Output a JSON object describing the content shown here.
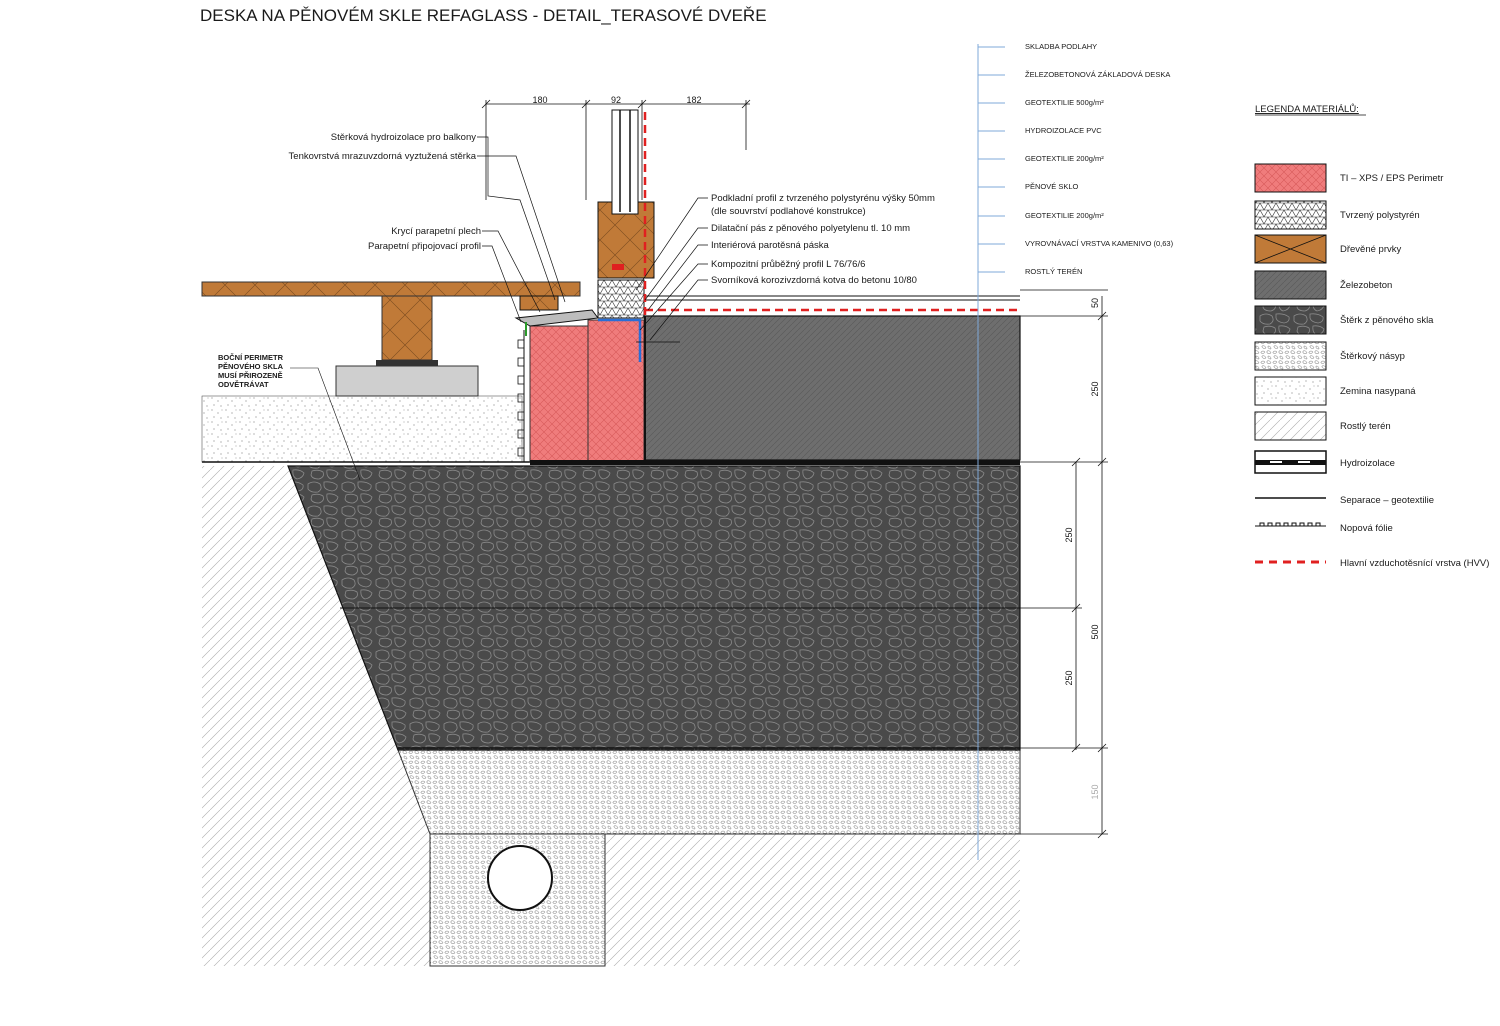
{
  "title": "DESKA NA PĚNOVÉM SKLE REFAGLASS - DETAIL_TERASOVÉ DVEŘE",
  "dimensions": {
    "top": [
      "180",
      "92",
      "182"
    ],
    "right": [
      "50",
      "250",
      "250",
      "500",
      "250",
      "150"
    ]
  },
  "annotations_left": [
    "Stěrková hydroizolace pro balkony",
    "Tenkovrstvá mrazuvzdorná vyztužená stěrka",
    "Krycí parapetní plech",
    "Parapetní připojovací profil"
  ],
  "annotations_right": [
    "Podkladní profil z tvrzeného polystyrénu výšky 50mm",
    "(dle souvrství podlahové konstrukce)",
    "Dilatační pás z pěnového polyetylenu tl. 10 mm",
    "Interiérová parotěsná páska",
    "Kompozitní průběžný profil L 76/76/6",
    "Svorníková korozivzdorná kotva do betonu 10/80"
  ],
  "side_note": [
    "BOČNÍ PERIMETR",
    "PĚNOVÉHO SKLA",
    "MUSÍ PŘIROZENĚ",
    "ODVĚTRÁVAT"
  ],
  "floor_layers": [
    "SKLADBA PODLAHY",
    "ŽELEZOBETONOVÁ ZÁKLADOVÁ DESKA",
    "GEOTEXTILIE 500g/m²",
    "HYDROIZOLACE PVC",
    "GEOTEXTILIE 200g/m²",
    "PĚNOVÉ SKLO",
    "GEOTEXTILIE 200g/m²",
    "VYROVNÁVACÍ VRSTVA KAMENIVO (0,63)",
    "ROSTLÝ TERÉN"
  ],
  "legend": {
    "title": "LEGENDA MATERIÁLŮ:",
    "items": [
      "TI – XPS / EPS Perimetr",
      "Tvrzený polystyrén",
      "Dřevěné prvky",
      "Železobeton",
      "Štěrk z pěnového skla",
      "Štěrkový násyp",
      "Zemina nasypaná",
      "Rostlý terén",
      "Hydroizolace",
      "Separace – geotextilie",
      "Nopová fólie",
      "Hlavní vzduchotěsnící vrstva (HVV)"
    ]
  },
  "colors": {
    "xps": "#f07c7c",
    "wood": "#c07a38",
    "concrete": "#6e6e6e",
    "foamglass": "#4a4a4a",
    "airtight": "#e02020"
  }
}
